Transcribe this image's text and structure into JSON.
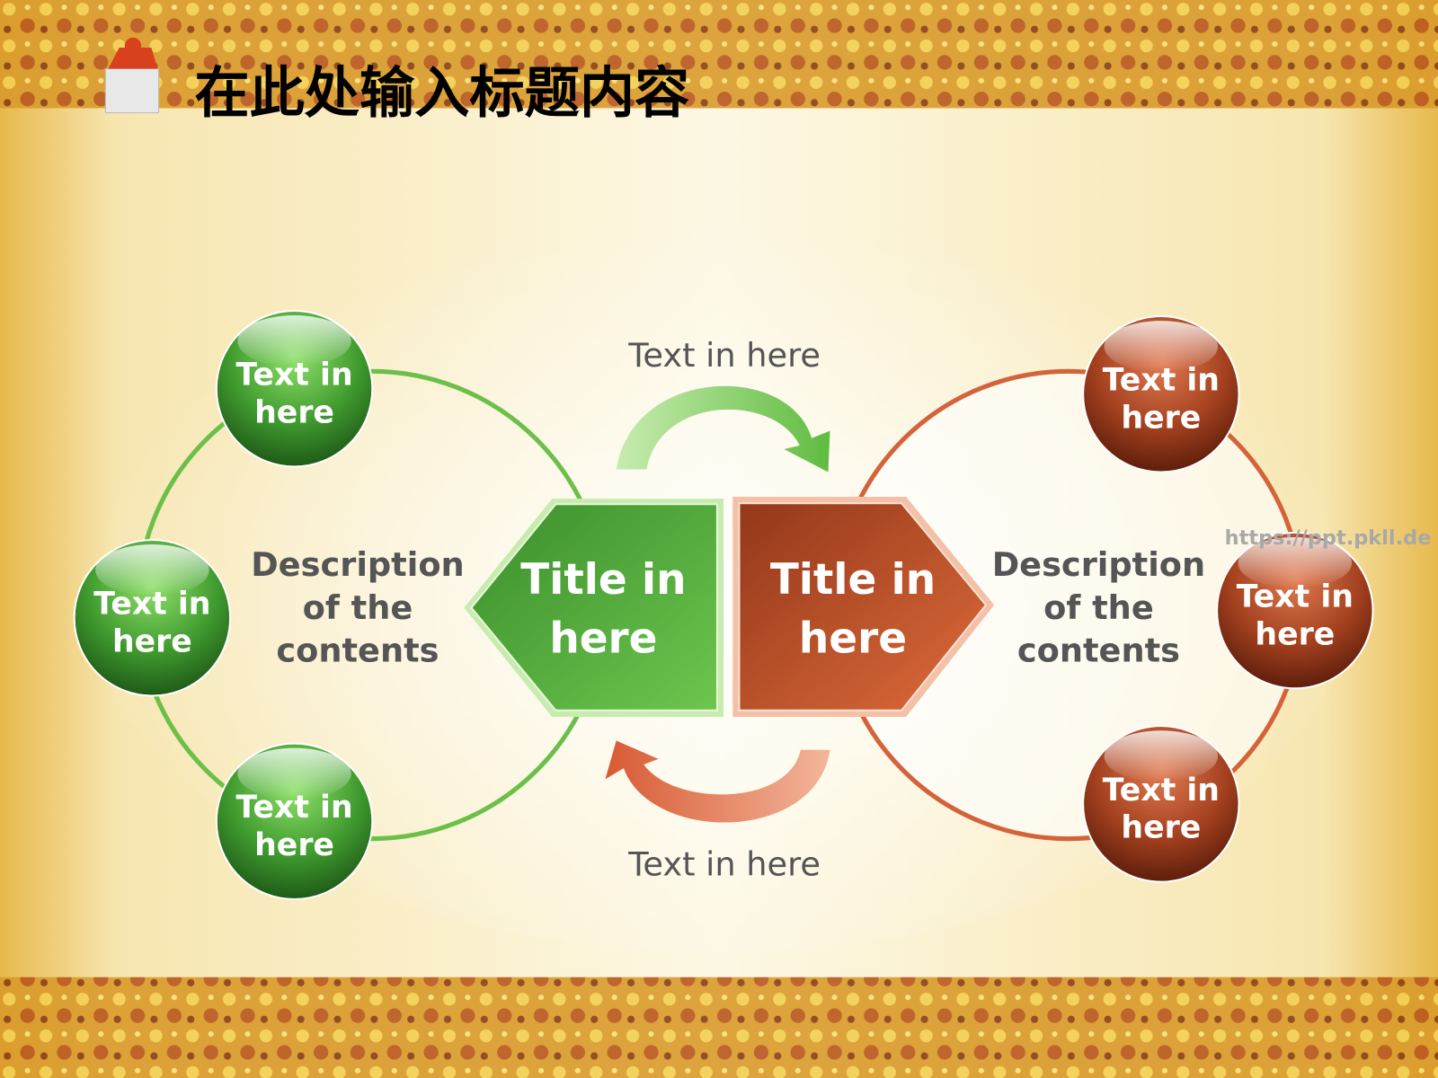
{
  "title": "在此处输入标题内容",
  "watermark": "https://ppt.pkll.de",
  "colors": {
    "green": "#5fb446",
    "red": "#c8582c",
    "border": "#d9a93a",
    "text_gray": "#555555"
  },
  "left": {
    "center_title": [
      "Title in",
      "here"
    ],
    "description": [
      "Description",
      "of the",
      "contents"
    ],
    "nodes": [
      [
        "Text in",
        "here"
      ],
      [
        "Text in",
        "here"
      ],
      [
        "Text in",
        "here"
      ]
    ]
  },
  "right": {
    "center_title": [
      "Title in",
      "here"
    ],
    "description": [
      "Description",
      "of the",
      "contents"
    ],
    "nodes": [
      [
        "Text in",
        "here"
      ],
      [
        "Text in",
        "here"
      ],
      [
        "Text in",
        "here"
      ]
    ]
  },
  "arrow_top_label": "Text in here",
  "arrow_bottom_label": "Text in here",
  "icons": {
    "logo": "puzzle-cube-icon"
  }
}
